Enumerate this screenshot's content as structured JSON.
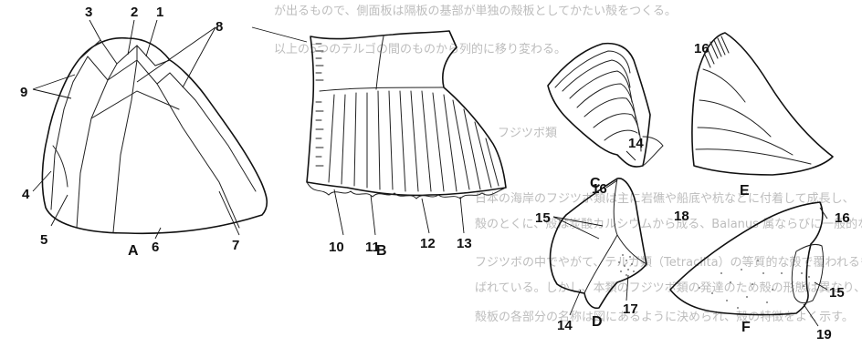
{
  "background_text": {
    "line1": "が出るもので、側面板は隔板の基部が単独の殻板としてかたい殻をつくる。",
    "line2": "以上の5つのテルゴの間のものから列的に移り変わる。",
    "heading": "フジツボ類",
    "body": [
      "日本の海岸のフジツボ類は主に岩礁や船底や杭などに付着して成長し、",
      "殻のとくに、殻は炭酸カルシウムから成る、Balanus 属ならびに一般的な",
      "フジツボの中でやがて、テルガ類（Tetraclita）の等質的な殻で覆われるもの",
      "ばれている。しかし、本類のフジツボ類の発達のため殻の形態は異なり、",
      "殻板の各部分の名称は図にあるように決められ、殻の特徴をよく示す。"
    ]
  },
  "panels": [
    {
      "id": "A",
      "label": "A"
    },
    {
      "id": "B",
      "label": "B"
    },
    {
      "id": "C",
      "label": "C"
    },
    {
      "id": "D",
      "label": "D"
    },
    {
      "id": "E",
      "label": "E"
    },
    {
      "id": "F",
      "label": "F"
    }
  ],
  "callouts": {
    "n1": "1",
    "n2": "2",
    "n3": "3",
    "n4": "4",
    "n5": "5",
    "n6": "6",
    "n7": "7",
    "n8": "8",
    "n9": "9",
    "n10": "10",
    "n11": "11",
    "n12": "12",
    "n13": "13",
    "n14a": "14",
    "n14b": "14",
    "n15a": "15",
    "n15b": "15",
    "n16a": "16",
    "n16b": "16",
    "n16c": "16",
    "n17": "17",
    "n18": "18",
    "n19": "19"
  }
}
